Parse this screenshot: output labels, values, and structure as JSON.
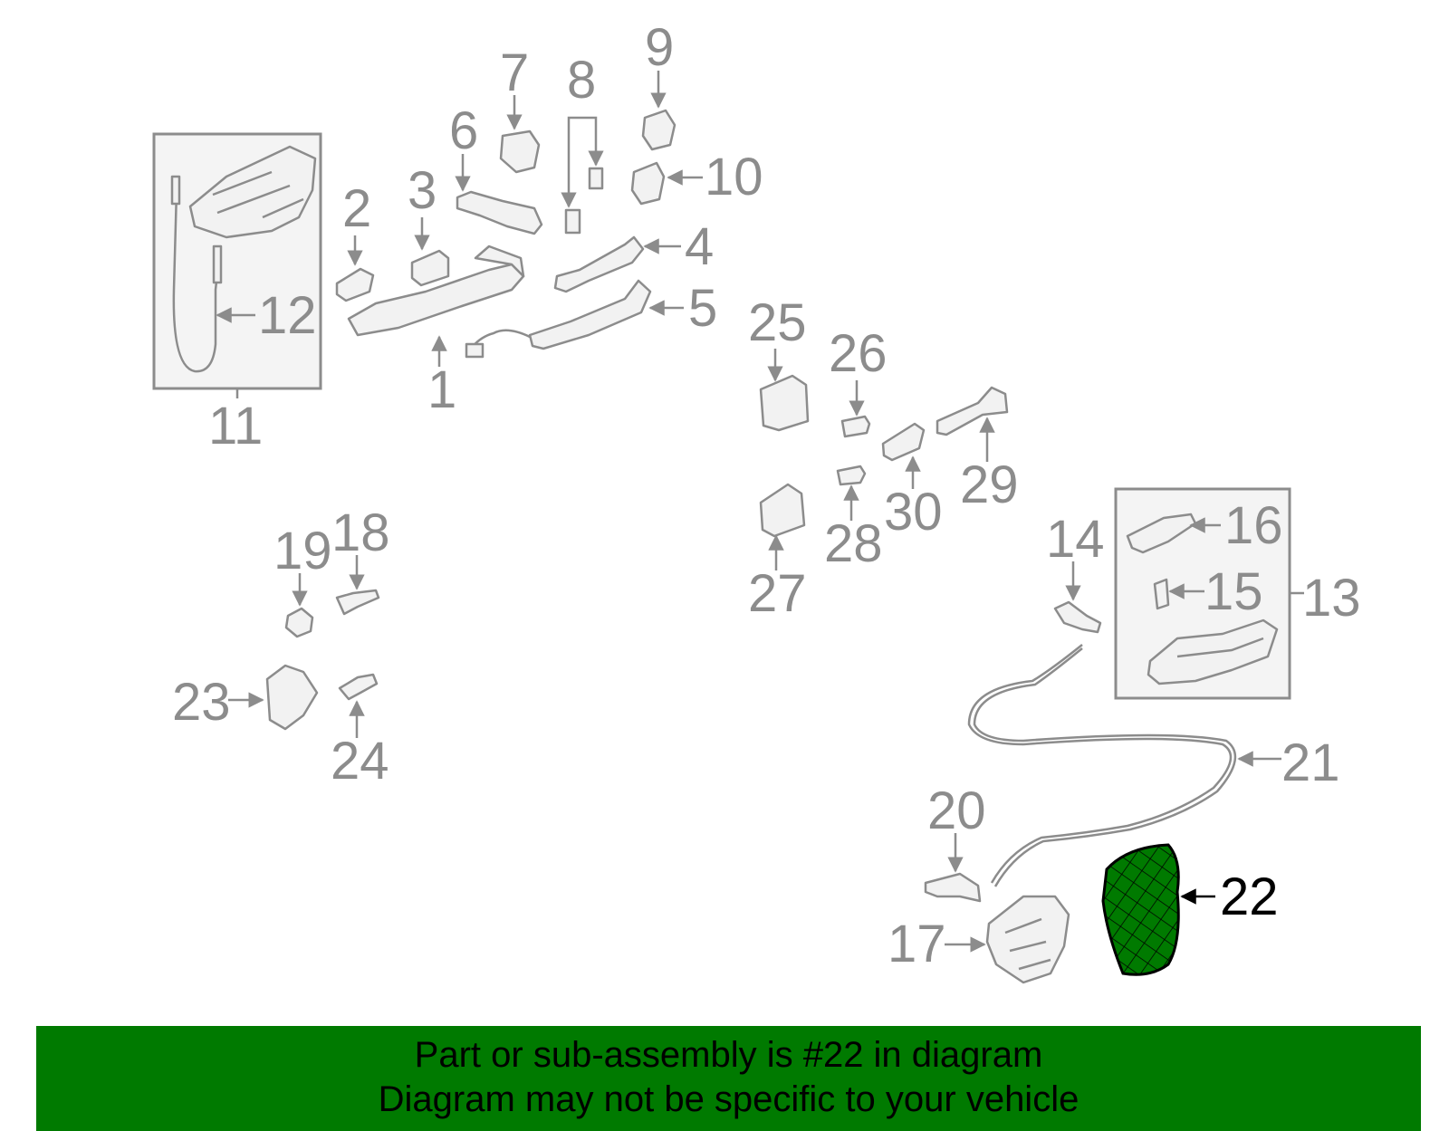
{
  "diagram": {
    "selected_part": "22",
    "callouts": {
      "c1": "1",
      "c2": "2",
      "c3": "3",
      "c4": "4",
      "c5": "5",
      "c6": "6",
      "c7": "7",
      "c8": "8",
      "c9": "9",
      "c10": "10",
      "c11": "11",
      "c12": "12",
      "c13": "13",
      "c14": "14",
      "c15": "15",
      "c16": "16",
      "c17": "17",
      "c18": "18",
      "c19": "19",
      "c20": "20",
      "c21": "21",
      "c22": "22",
      "c23": "23",
      "c24": "24",
      "c25": "25",
      "c26": "26",
      "c27": "27",
      "c28": "28",
      "c29": "29",
      "c30": "30"
    },
    "colors": {
      "line": "#8c8c8c",
      "highlight": "#007a00",
      "banner": "#007a00"
    }
  },
  "banner": {
    "line1": "Part or sub-assembly is #22 in diagram",
    "line2": "Diagram may not be specific to your vehicle"
  }
}
